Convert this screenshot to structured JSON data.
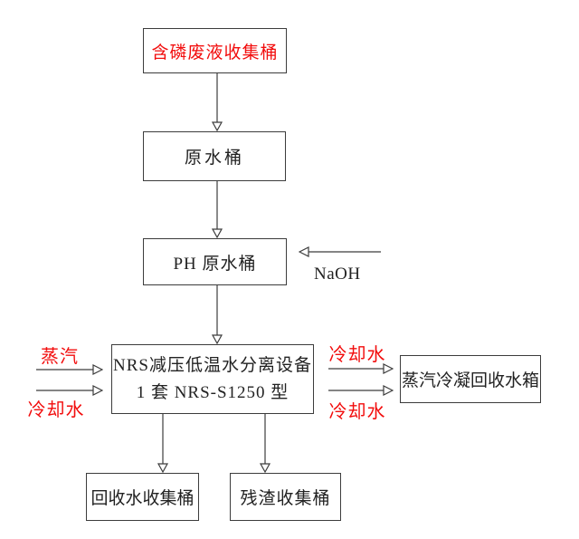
{
  "diagram": {
    "nodes": {
      "waste": {
        "label": "含磷废液收集桶"
      },
      "raw": {
        "label": "原水桶"
      },
      "ph": {
        "label": "PH 原水桶"
      },
      "separator": {
        "line1": "NRS减压低温水分离设备",
        "line2": "1 套 NRS-S1250 型"
      },
      "condensate": {
        "label": "蒸汽冷凝回收水箱"
      },
      "recycled": {
        "label": "回收水收集桶"
      },
      "residue": {
        "label": "残渣收集桶"
      }
    },
    "flow_labels": {
      "steam": "蒸汽",
      "cooling_left": "冷却水",
      "cooling_right_top": "冷却水",
      "cooling_right_bottom": "冷却水",
      "naoh": "NaOH"
    },
    "edges": [
      {
        "from": "waste",
        "to": "raw"
      },
      {
        "from": "raw",
        "to": "ph"
      },
      {
        "from": "naoh",
        "to": "ph"
      },
      {
        "from": "ph",
        "to": "separator"
      },
      {
        "from": "steam",
        "to": "separator"
      },
      {
        "from": "cooling_left",
        "to": "separator"
      },
      {
        "from": "separator",
        "to": "condensate"
      },
      {
        "from": "separator",
        "to": "recycled"
      },
      {
        "from": "separator",
        "to": "residue"
      }
    ],
    "colors": {
      "red_accent": "#f20d0d",
      "line": "#3c3c3c",
      "text": "#222222",
      "background": "#ffffff"
    }
  }
}
